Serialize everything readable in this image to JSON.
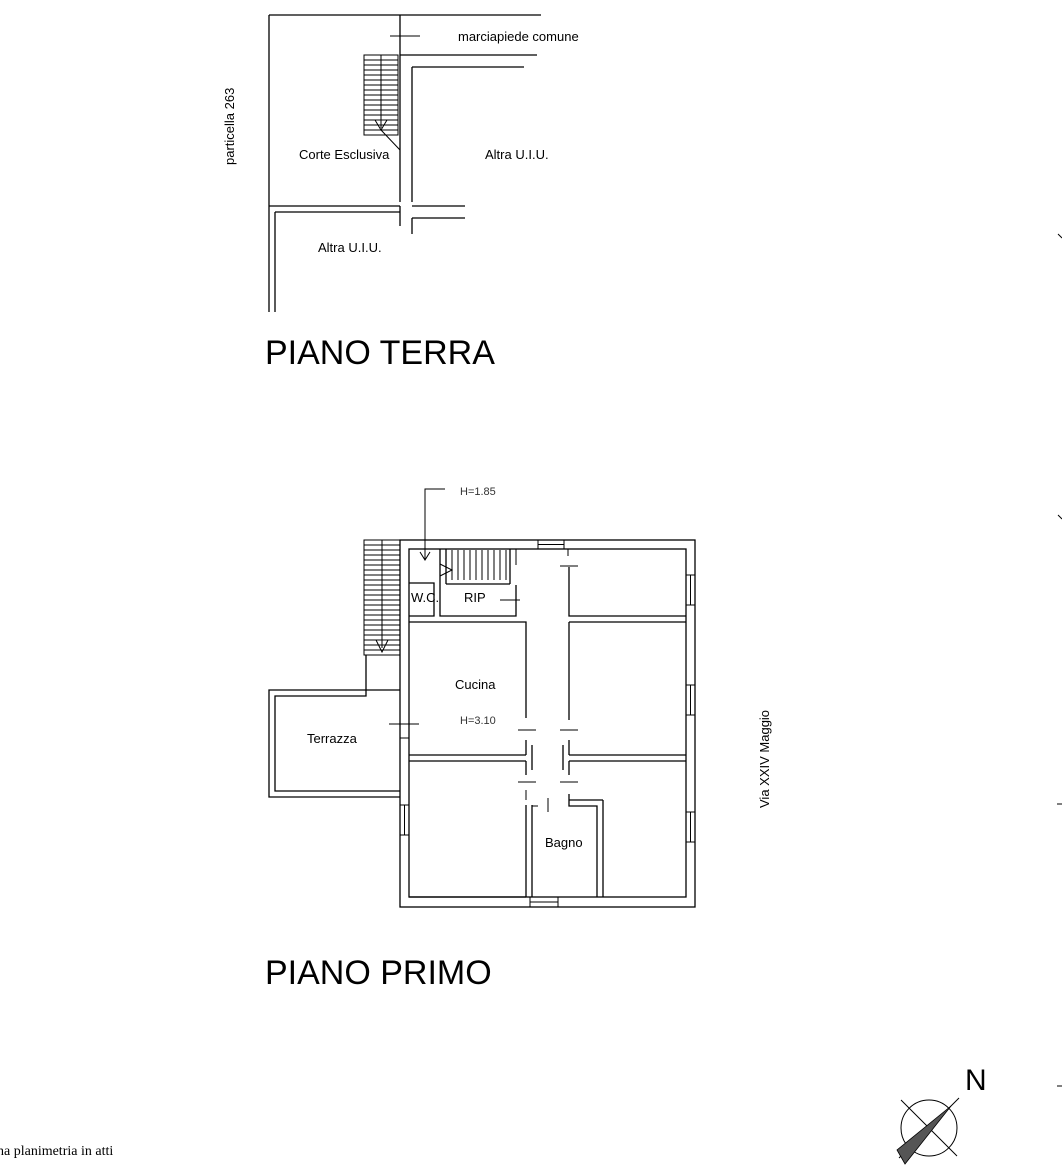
{
  "ground_floor": {
    "title": "PIANO TERRA",
    "labels": {
      "sidewalk": "marciapiede comune",
      "parcel": "particella 263",
      "courtyard": "Corte Esclusiva",
      "other_unit_right": "Altra U.I.U.",
      "other_unit_bottom": "Altra U.I.U."
    }
  },
  "first_floor": {
    "title": "PIANO PRIMO",
    "labels": {
      "height_top": "H=1.85",
      "wc": "W.C.",
      "storage": "RIP",
      "kitchen": "Cucina",
      "height_main": "H=3.10",
      "terrace": "Terrazza",
      "bathroom": "Bagno",
      "street": "Via XXIV Maggio"
    }
  },
  "north_label": "N",
  "footer_text": "na planimetria in atti"
}
